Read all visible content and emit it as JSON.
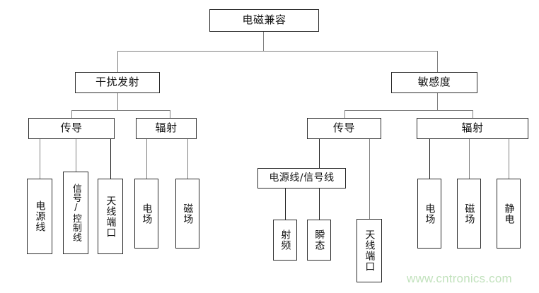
{
  "diagram": {
    "title": "电磁兼容",
    "root": {
      "label": "电磁兼容"
    },
    "level2": {
      "emission": {
        "label": "干扰发射"
      },
      "susceptibility": {
        "label": "敏感度"
      }
    },
    "level3": {
      "emission_conducted": {
        "label": "传导"
      },
      "emission_radiated": {
        "label": "辐射"
      },
      "susceptibility_conducted": {
        "label": "传导"
      },
      "susceptibility_radiated": {
        "label": "辐射"
      }
    },
    "level4": {
      "emission_conducted_power_line": {
        "label": "电源线"
      },
      "emission_conducted_signal_line": {
        "label": "信号/控制线"
      },
      "emission_conducted_antenna_port": {
        "label": "天线端口"
      },
      "emission_radiated_efield": {
        "label": "电场"
      },
      "emission_radiated_hfield": {
        "label": "磁场"
      },
      "susceptibility_conducted_lines": {
        "label": "电源线/信号线"
      },
      "susceptibility_conducted_antenna_port": {
        "label": "天线端口"
      },
      "susceptibility_radiated_efield": {
        "label": "电场"
      },
      "susceptibility_radiated_hfield": {
        "label": "磁场"
      },
      "susceptibility_radiated_esd": {
        "label": "静电"
      }
    },
    "level5": {
      "susceptibility_conducted_rf": {
        "label": "射频"
      },
      "susceptibility_conducted_transient": {
        "label": "瞬态"
      }
    }
  },
  "watermark": {
    "text": "www.cntronics.com"
  },
  "colors": {
    "box_border": "#2b2b2b",
    "connector": "#808080",
    "connector_dark": "#1a1a1a",
    "text": "#111111",
    "watermark": "#c2e2bd",
    "background": "#ffffff"
  }
}
